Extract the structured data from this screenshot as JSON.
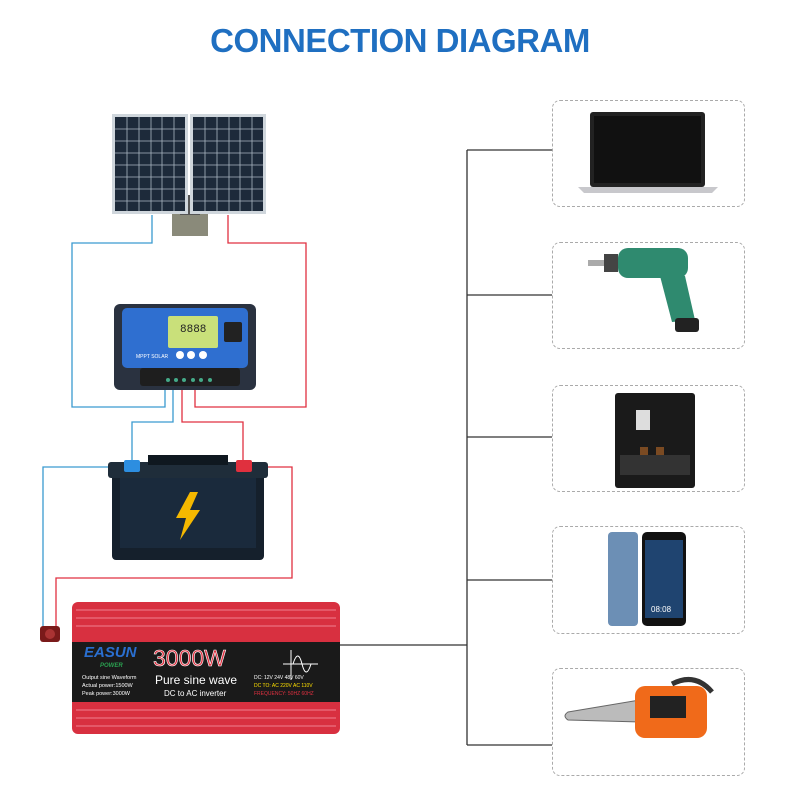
{
  "title": "CONNECTION DIAGRAM",
  "inverter": {
    "brand_top": "EASUN",
    "brand_sub": "POWER",
    "power": "3000W",
    "line1": "Pure sine wave",
    "line2": "DC to AC inverter",
    "spec1": "Output sine Waveform",
    "spec2": "Actual power:1500W",
    "spec3": "Peak power:3000W",
    "dc_row": "DC: 12V  24V  48V  60V",
    "ac_row": "DC TO: AC 220V  AC 110V",
    "freq_row": "FREQUENCY: 50HZ  60HZ"
  },
  "controller": {
    "display": "8888",
    "label": "MPPT SOLAR"
  },
  "devices": [
    "laptop",
    "electric-drill",
    "coffee-machine",
    "smartphone",
    "chainsaw"
  ],
  "phone_time": "08:08",
  "colors": {
    "title": "#1f6fc1",
    "positive_wire": "#e03040",
    "negative_wire": "#3a9ad0"
  }
}
